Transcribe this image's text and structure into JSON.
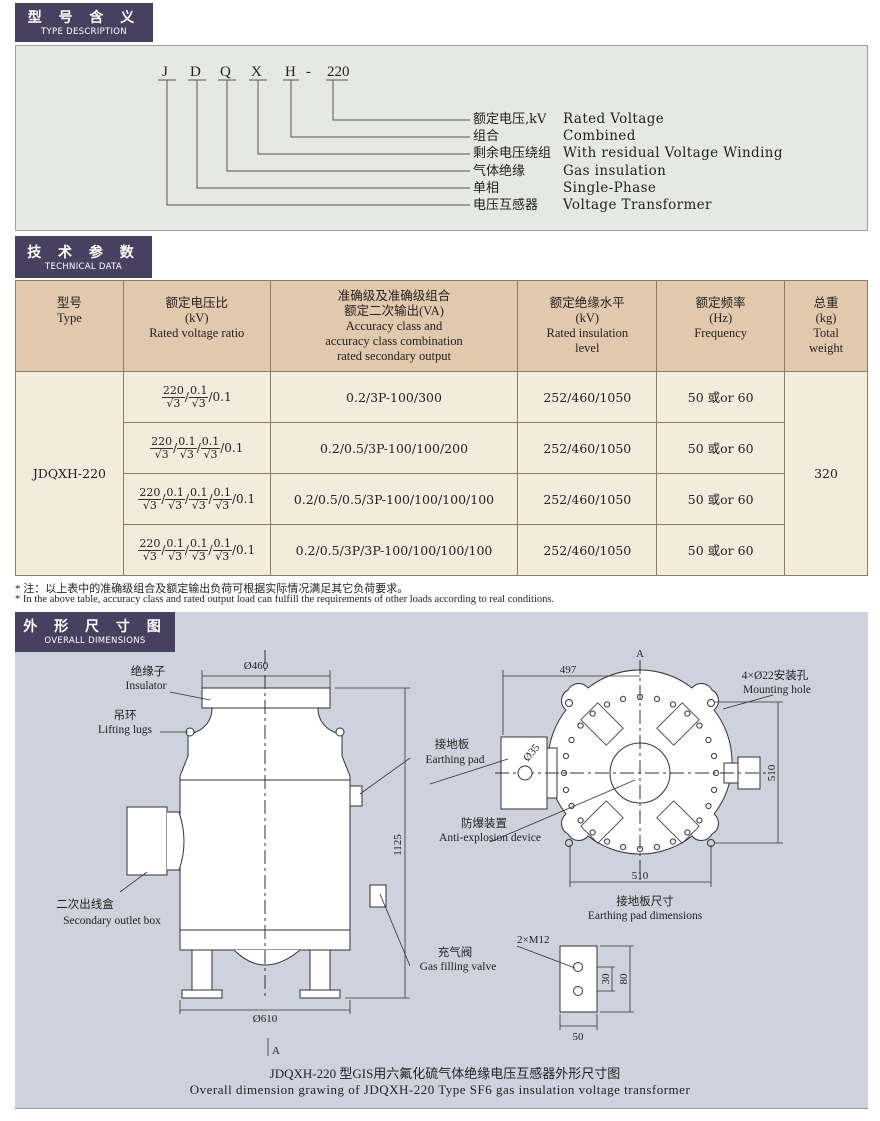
{
  "sections": {
    "type_desc": {
      "cn": "型 号 含 义",
      "en": "TYPE DESCRIPTION"
    },
    "tech_data": {
      "cn": "技 术 参 数",
      "en": "TECHNICAL DATA"
    },
    "dimensions": {
      "cn": "外 形 尺 寸 图",
      "en": "OVERALL DIMENSIONS"
    }
  },
  "model_code": {
    "letters": [
      "J",
      "D",
      "Q",
      "X",
      "H",
      "-",
      "220"
    ],
    "meanings": [
      {
        "cn": "额定电压,kV",
        "en": "Rated Voltage"
      },
      {
        "cn": "组合",
        "en": "Combined"
      },
      {
        "cn": "剩余电压绕组",
        "en": "With residual Voltage Winding"
      },
      {
        "cn": "气体绝缘",
        "en": "Gas insulation"
      },
      {
        "cn": "单相",
        "en": "Single-Phase"
      },
      {
        "cn": "电压互感器",
        "en": "Voltage Transformer"
      }
    ]
  },
  "table": {
    "headers": [
      {
        "cn": "型号",
        "en": "Type"
      },
      {
        "cn": "额定电压比",
        "unit": "(kV)",
        "en": "Rated voltage ratio"
      },
      {
        "cn": "准确级及准确级组合",
        "cn2": "额定二次输出(VA)",
        "en": "Accuracy class and",
        "en2": "accuracy class combination",
        "en3": "rated secondary output"
      },
      {
        "cn": "额定绝缘水平",
        "unit": "(kV)",
        "en": "Rated insulation",
        "en2": "level"
      },
      {
        "cn": "额定频率",
        "unit": "(Hz)",
        "en": "Frequency"
      },
      {
        "cn": "总重",
        "unit": "(kg)",
        "en": "Total",
        "en2": "weight"
      }
    ],
    "type": "JDQXH-220",
    "weight": "320",
    "ratio_parts": {
      "primary": "220",
      "secondary": "0.1",
      "sqrt": "√3",
      "residual": "/0.1"
    },
    "rows": [
      {
        "accuracy": "0.2/3P-100/300",
        "insulation": "252/460/1050",
        "frequency": "50 或or 60"
      },
      {
        "accuracy": "0.2/0.5/3P-100/100/200",
        "insulation": "252/460/1050",
        "frequency": "50 或or 60"
      },
      {
        "accuracy": "0.2/0.5/0.5/3P-100/100/100/100",
        "insulation": "252/460/1050",
        "frequency": "50 或or 60"
      },
      {
        "accuracy": "0.2/0.5/3P/3P-100/100/100/100",
        "insulation": "252/460/1050",
        "frequency": "50 或or 60"
      }
    ]
  },
  "notes": {
    "cn": "* 注：以上表中的准确级组合及额定输出负荷可根据实际情况满足其它负荷要求。",
    "en": "* In the above table, accuracy class and rated output load can fulfill the requirements of other loads according to real conditions."
  },
  "drawing": {
    "dims": {
      "d460": "Ø460",
      "h1125": "1125",
      "d610": "Ø610",
      "w497": "497",
      "w510": "510",
      "h510": "510",
      "d35": "Ø35",
      "m12": "2×M12",
      "p30": "30",
      "p80": "80",
      "p50": "50",
      "view_a": "A"
    },
    "labels": {
      "insulator": {
        "cn": "绝缘子",
        "en": "Insulator"
      },
      "lugs": {
        "cn": "吊环",
        "en": "Lifting lugs"
      },
      "earthing": {
        "cn": "接地板",
        "en": "Earthing pad"
      },
      "antiexp": {
        "cn": "防爆装置",
        "en": "Anti-explosion device"
      },
      "outlet": {
        "cn": "二次出线盒",
        "en": "Secondary outlet box"
      },
      "valve": {
        "cn": "充气阀",
        "en": "Gas filling valve"
      },
      "mount": {
        "cn": "4×Ø22安装孔",
        "en": "Mounting hole"
      },
      "paddim": {
        "cn": "接地板尺寸",
        "en": "Earthing pad dimensions"
      }
    },
    "caption_cn": "JDQXH-220 型GIS用六氟化硫气体绝缘电压互感器外形尺寸图",
    "caption_en": "Overall dimension grawing of JDQXH-220 Type SF6 gas insulation voltage transformer"
  },
  "colors": {
    "tab": "#47415f",
    "panel": "#e6e8e2",
    "table_head": "#e2c8ad",
    "table_body": "#f3ebdc",
    "drawing_bg": "#cdd2dc"
  }
}
